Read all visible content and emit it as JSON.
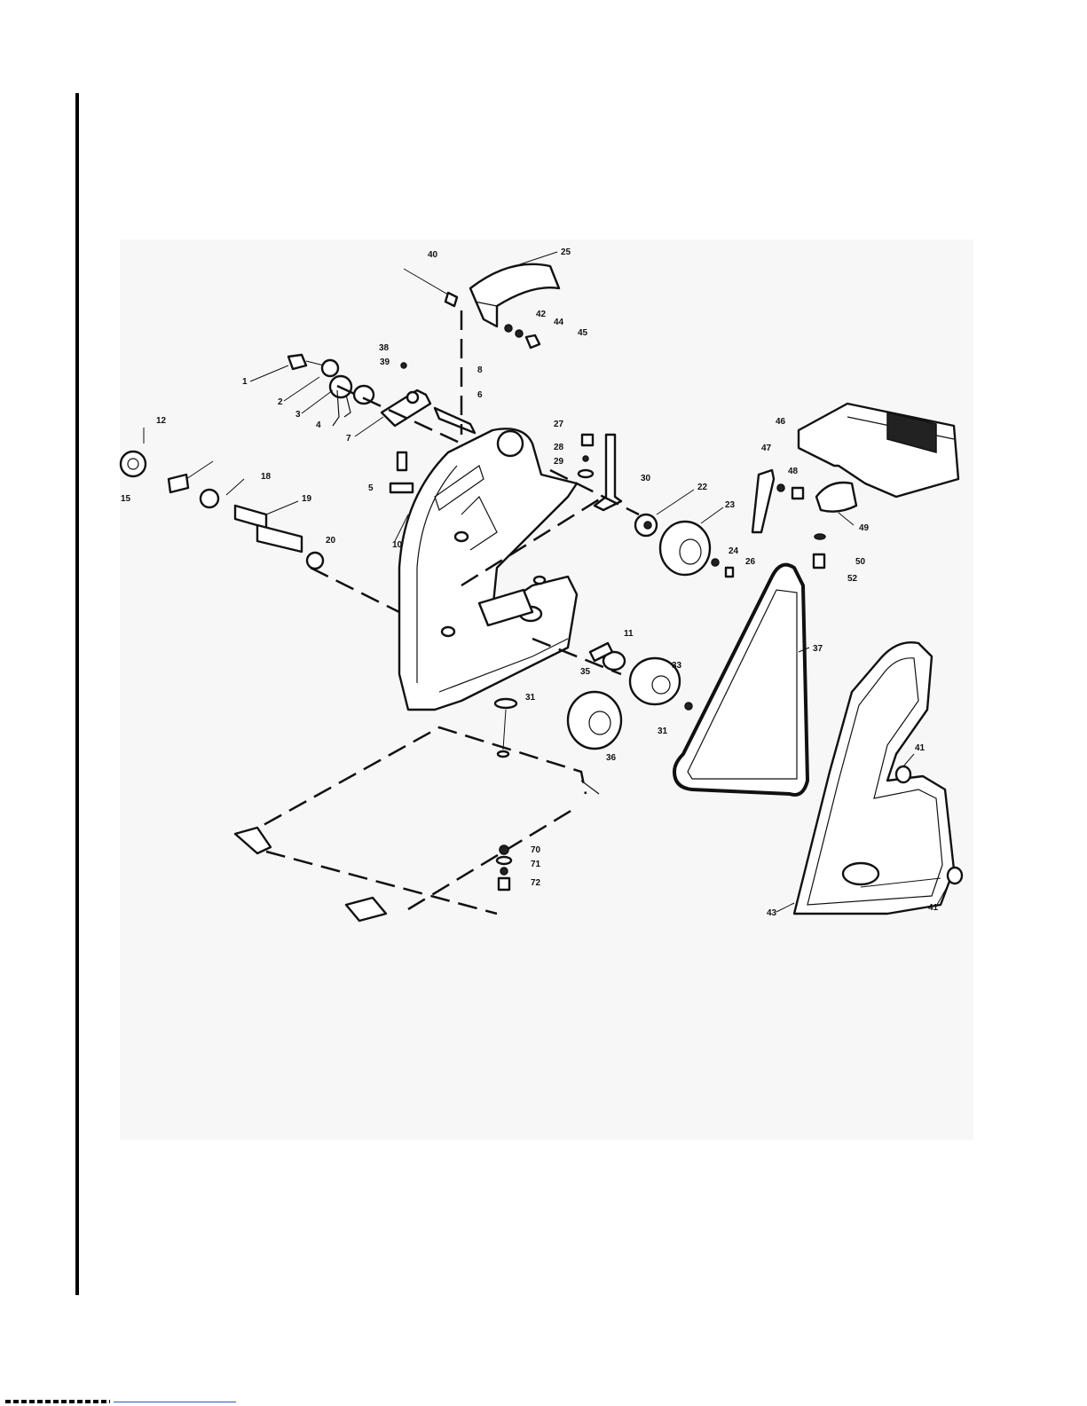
{
  "diagram": {
    "callouts": {
      "c40": "40",
      "c25": "25",
      "c42": "42",
      "c44": "44",
      "c45": "45",
      "c38": "38",
      "c39": "39",
      "c1": "1",
      "c2": "2",
      "c3": "3",
      "c4": "4",
      "c8": "8",
      "c6": "6",
      "c7": "7",
      "c5": "5",
      "c27": "27",
      "c28": "28",
      "c29": "29",
      "c30": "30",
      "c12": "12",
      "c15": "15",
      "c18": "18",
      "c19": "19",
      "c20": "20",
      "c10": "10",
      "c22": "22",
      "c23": "23",
      "c24": "24",
      "c26": "26",
      "c46": "46",
      "c47": "47",
      "c48": "48",
      "c49": "49",
      "c50": "50",
      "c52": "52",
      "c11": "11",
      "c35": "35",
      "c33": "33",
      "c31a": "31",
      "c31b": "31",
      "c36": "36",
      "c37": "37",
      "c41a": "41",
      "c41b": "41",
      "c43": "43",
      "c70": "70",
      "c71": "71",
      "c72": "72"
    }
  }
}
